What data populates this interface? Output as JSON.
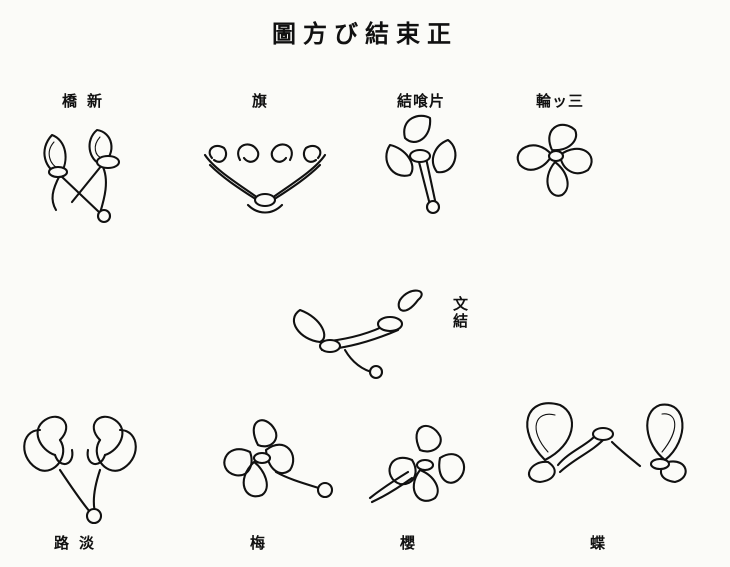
{
  "title": "圖方び結束正",
  "knots": {
    "shinbashi": "橋新",
    "hata": "旗",
    "katahoo": "結喰片",
    "mitsuwa": "輪ッ三",
    "bunmusubi": "文結",
    "awaji": "路淡",
    "ume": "梅",
    "sakura": "櫻",
    "cho": "蝶"
  }
}
